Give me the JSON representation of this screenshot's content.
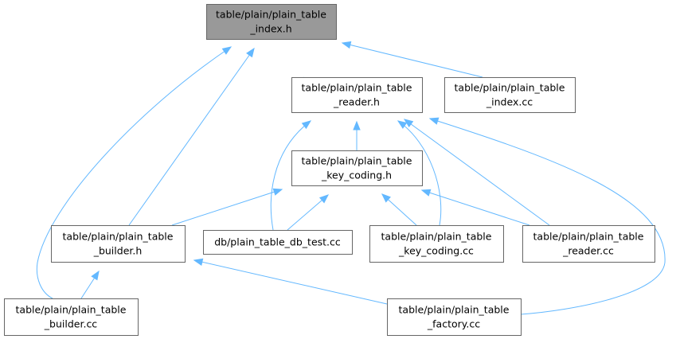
{
  "colors": {
    "root_fill": "#999999",
    "node_border": "#666666",
    "edge": "#63b8ff"
  },
  "nodes": [
    {
      "id": "index_h",
      "lines": [
        "table/plain/plain_table",
        "_index.h"
      ],
      "root": true
    },
    {
      "id": "reader_h",
      "lines": [
        "table/plain/plain_table",
        "_reader.h"
      ]
    },
    {
      "id": "index_cc",
      "lines": [
        "table/plain/plain_table",
        "_index.cc"
      ]
    },
    {
      "id": "key_coding_h",
      "lines": [
        "table/plain/plain_table",
        "_key_coding.h"
      ]
    },
    {
      "id": "builder_h",
      "lines": [
        "table/plain/plain_table",
        "_builder.h"
      ]
    },
    {
      "id": "db_test_cc",
      "lines": [
        "db/plain_table_db_test.cc"
      ]
    },
    {
      "id": "key_coding_cc",
      "lines": [
        "table/plain/plain_table",
        "_key_coding.cc"
      ]
    },
    {
      "id": "reader_cc",
      "lines": [
        "table/plain/plain_table",
        "_reader.cc"
      ]
    },
    {
      "id": "builder_cc",
      "lines": [
        "table/plain/plain_table",
        "_builder.cc"
      ]
    },
    {
      "id": "factory_cc",
      "lines": [
        "table/plain/plain_table",
        "_factory.cc"
      ]
    }
  ],
  "edges": [
    {
      "from": "index_h",
      "to": "reader_h"
    },
    {
      "from": "index_h",
      "to": "index_cc"
    },
    {
      "from": "index_h",
      "to": "builder_h"
    },
    {
      "from": "index_h",
      "to": "builder_cc"
    },
    {
      "from": "reader_h",
      "to": "key_coding_h"
    },
    {
      "from": "reader_h",
      "to": "db_test_cc"
    },
    {
      "from": "reader_h",
      "to": "key_coding_cc"
    },
    {
      "from": "reader_h",
      "to": "reader_cc"
    },
    {
      "from": "reader_h",
      "to": "factory_cc"
    },
    {
      "from": "key_coding_h",
      "to": "builder_h"
    },
    {
      "from": "key_coding_h",
      "to": "db_test_cc"
    },
    {
      "from": "key_coding_h",
      "to": "key_coding_cc"
    },
    {
      "from": "key_coding_h",
      "to": "reader_cc"
    },
    {
      "from": "builder_h",
      "to": "builder_cc"
    },
    {
      "from": "builder_h",
      "to": "factory_cc"
    }
  ]
}
